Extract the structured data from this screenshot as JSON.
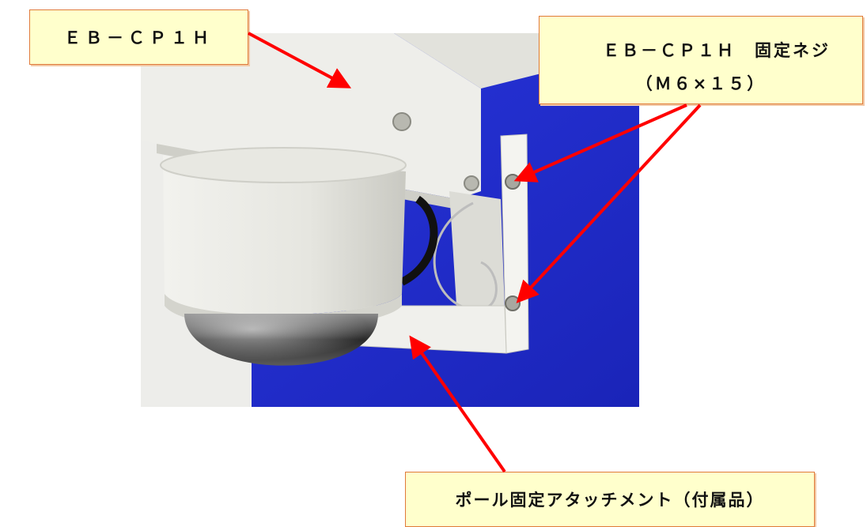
{
  "labels": {
    "camera_model": "ＥＢ－ＣＰ１Ｈ",
    "screw_title": "ＥＢ－ＣＰ１Ｈ　固定ネジ",
    "screw_spec": "（Ｍ６×１５）",
    "attachment": "ポール固定アタッチメント（付属品）"
  },
  "colors": {
    "arrow": "#ff0000",
    "callout_fill": "#ffffcc",
    "callout_border": "#e07a3a",
    "photo_background": "#1f2bd1"
  }
}
